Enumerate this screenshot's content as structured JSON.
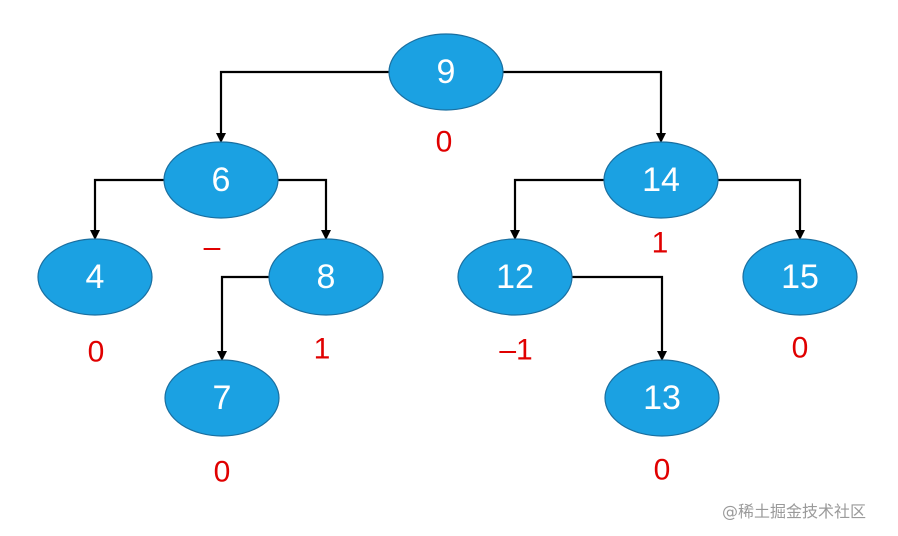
{
  "nodes": [
    {
      "id": "n9",
      "key": "9",
      "bf": "0"
    },
    {
      "id": "n6",
      "key": "6",
      "bf": "–"
    },
    {
      "id": "n14",
      "key": "14",
      "bf": "1"
    },
    {
      "id": "n4",
      "key": "4",
      "bf": "0"
    },
    {
      "id": "n8",
      "key": "8",
      "bf": "1"
    },
    {
      "id": "n12",
      "key": "12",
      "bf": "–1"
    },
    {
      "id": "n15",
      "key": "15",
      "bf": "0"
    },
    {
      "id": "n7",
      "key": "7",
      "bf": "0"
    },
    {
      "id": "n13",
      "key": "13",
      "bf": "0"
    }
  ],
  "edges": [
    {
      "from": "n9",
      "to": "n6"
    },
    {
      "from": "n9",
      "to": "n14"
    },
    {
      "from": "n6",
      "to": "n4"
    },
    {
      "from": "n6",
      "to": "n8"
    },
    {
      "from": "n8",
      "to": "n7"
    },
    {
      "from": "n14",
      "to": "n12"
    },
    {
      "from": "n14",
      "to": "n15"
    },
    {
      "from": "n12",
      "to": "n13"
    }
  ],
  "colors": {
    "node_fill": "#1ba1e2",
    "node_text": "#ffffff",
    "balance_factor": "#e00000",
    "edge": "#000000"
  },
  "watermark": "@稀土掘金技术社区"
}
